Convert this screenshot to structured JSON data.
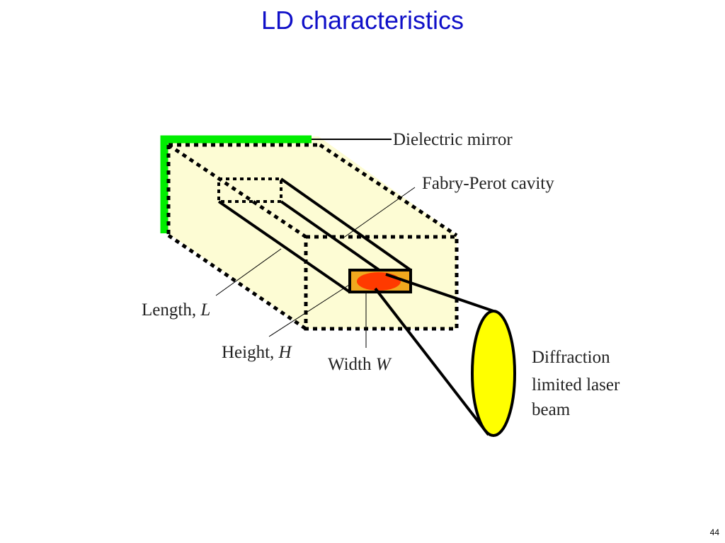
{
  "title": "LD characteristics",
  "page_number": "44",
  "labels": {
    "dielectric_mirror": "Dielectric mirror",
    "fabry_perot": "Fabry-Perot cavity",
    "length_text": "Length, ",
    "length_var": "L",
    "height_text": "Height, ",
    "height_var": "H",
    "width_text": "Width ",
    "width_var": "W",
    "beam_line1": "Diffraction",
    "beam_line2": "limited laser",
    "beam_line3": "beam"
  },
  "colors": {
    "title": "#1010c8",
    "block_fill": "#fdfcd4",
    "mirror": "#00ee00",
    "cavity_face": "#f0a81e",
    "spot": "#ff3a00",
    "beam": "#ffff00"
  }
}
